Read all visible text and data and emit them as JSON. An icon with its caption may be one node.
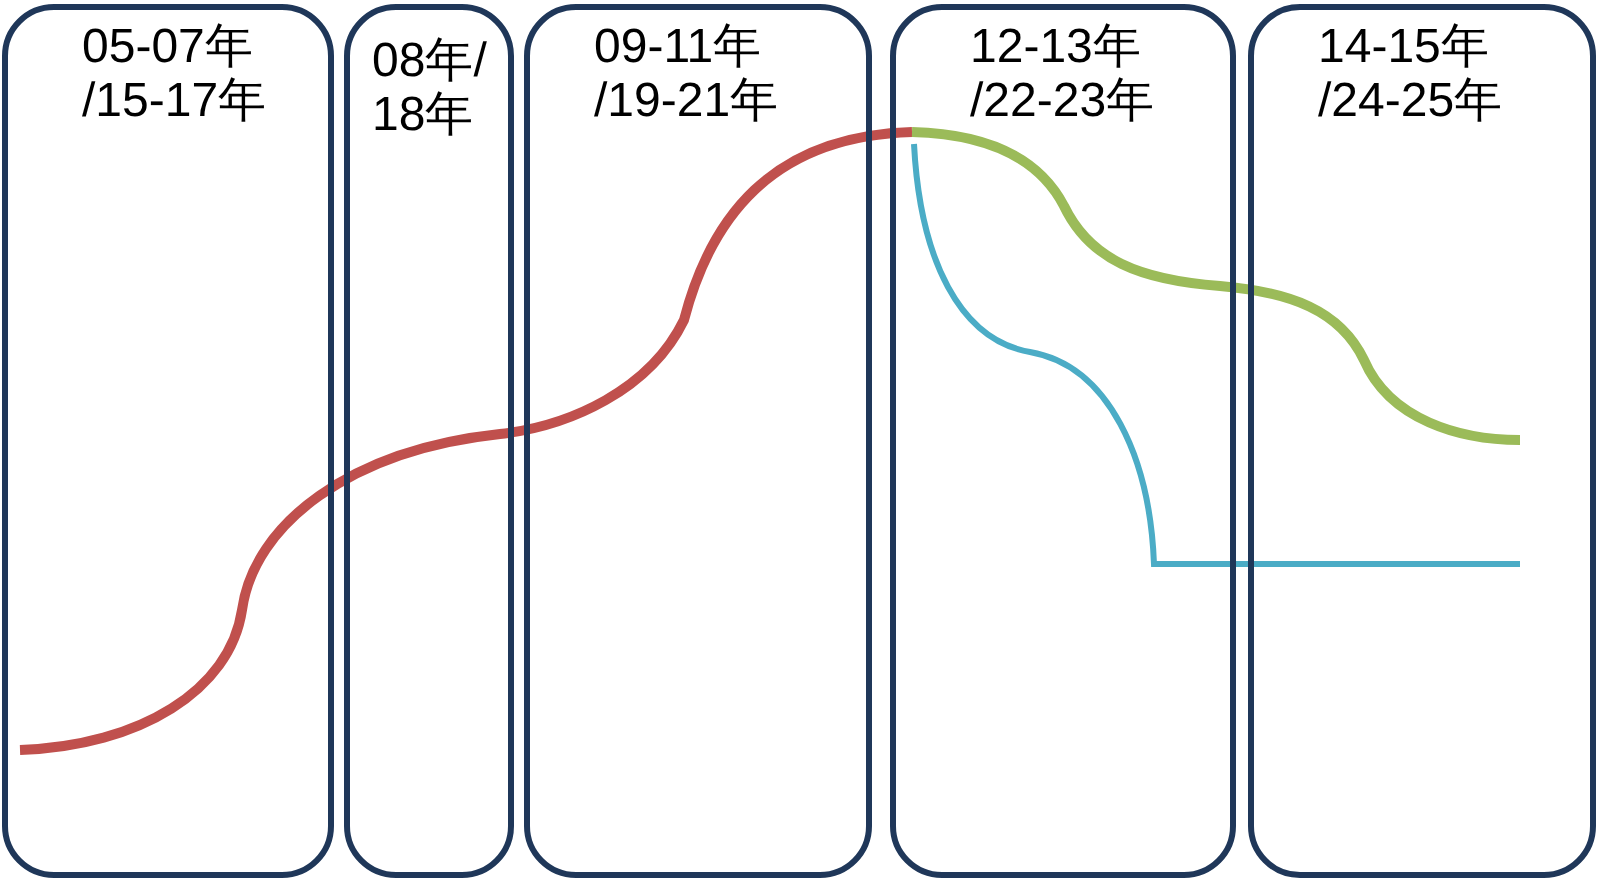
{
  "diagram": {
    "nodes": [
      {
        "text": [
          "05-07年 /15-17年"
        ]
      },
      {
        "text": [
          "08年/ 18年"
        ]
      },
      {
        "text": [
          "09-11年 /19-21年"
        ]
      },
      {
        "text": [
          "12-13年 /22-23年"
        ]
      },
      {
        "text": [
          "14-15年 /24-25年"
        ]
      }
    ]
  }
}
